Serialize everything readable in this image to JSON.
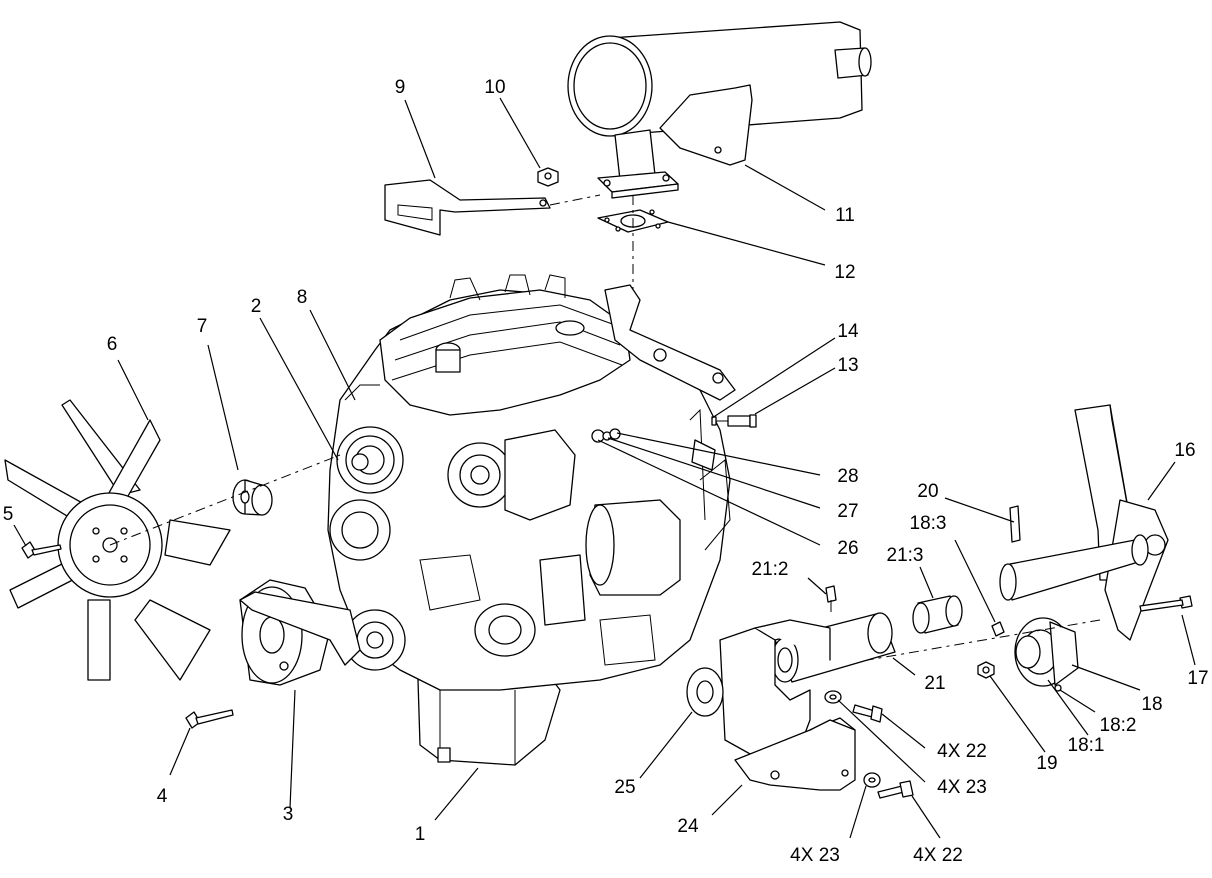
{
  "callouts": {
    "c1": "1",
    "c2": "2",
    "c3": "3",
    "c4": "4",
    "c5": "5",
    "c6": "6",
    "c7": "7",
    "c8": "8",
    "c9": "9",
    "c10": "10",
    "c11": "11",
    "c12": "12",
    "c13": "13",
    "c14": "14",
    "c16": "16",
    "c17": "17",
    "c18": "18",
    "c18_1": "18:1",
    "c18_2": "18:2",
    "c18_3": "18:3",
    "c19": "19",
    "c20": "20",
    "c21": "21",
    "c21_2": "21:2",
    "c21_3": "21:3",
    "c22_a": "4X 22",
    "c22_b": "4X 22",
    "c23_a": "4X 23",
    "c23_b": "4X 23",
    "c24": "24",
    "c25": "25",
    "c26": "26",
    "c27": "27",
    "c28": "28"
  }
}
